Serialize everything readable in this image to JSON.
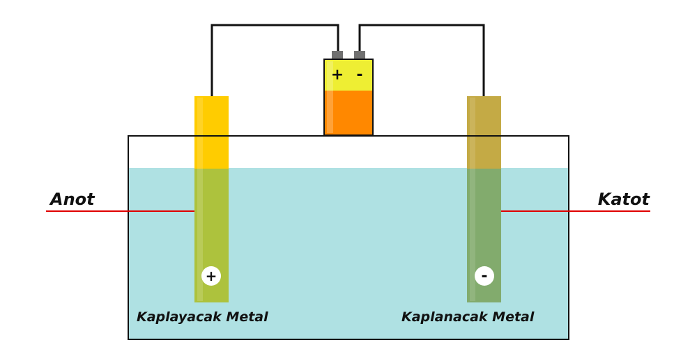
{
  "labels": {
    "anode": "Anot",
    "cathode": "Katot",
    "anode_metal": "Kaplayacak Metal",
    "cathode_metal": "Kaplanacak Metal"
  },
  "battery": {
    "positive_sign": "+",
    "negative_sign": "-"
  },
  "electrodes": {
    "anode_sign": "+",
    "cathode_sign": "-"
  },
  "colors": {
    "electrolyte": "#afe1e3",
    "anode_metal_dry": "#ffcc00",
    "anode_metal_wet": "#adc23d",
    "cathode_metal_dry": "#c4aa45",
    "cathode_metal_wet": "#82ab6d",
    "battery_top": "#eeee33",
    "battery_body": "#ff8800",
    "battery_terminal": "#707070",
    "wire": "#111111",
    "pointer_line": "#e00000",
    "tank_outline": "#111111"
  }
}
